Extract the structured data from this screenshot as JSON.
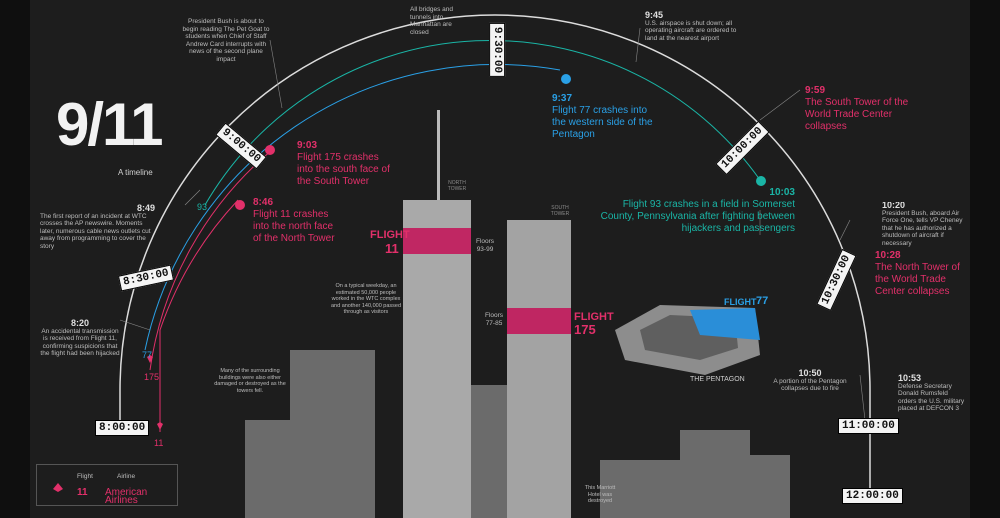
{
  "header": {
    "title": "9/11",
    "subtitle": "A timeline"
  },
  "stamps": {
    "t800": "8:00:00",
    "t830": "8:30:00",
    "t900": "9:00:00",
    "t930": "9:30:00",
    "t1000": "10:00:00",
    "t1030": "10:30:00",
    "t1100": "11:00:00",
    "t1200": "12:00:00"
  },
  "events": {
    "e820": {
      "time": "8:20",
      "text": "An accidental transmission is received from Flight 11, confirming suspicions that the flight had been hijacked"
    },
    "e849": {
      "time": "8:49",
      "text": "The first report of an incident at WTC crosses the AP newswire. Moments later, numerous cable news outlets cut away from programming to cover the story"
    },
    "e846": {
      "time": "8:46",
      "text": "Flight 11 crashes into the north face of the North Tower"
    },
    "e903": {
      "time": "9:03",
      "text": "Flight 175 crashes into the south face of the South Tower"
    },
    "bush": {
      "text": "President Bush is about to begin reading The Pet Goat to students when Chief of Staff Andrew Card interrupts with news of the second plane impact"
    },
    "bridges": {
      "text": "All bridges and tunnels into Manhattan are closed"
    },
    "e937": {
      "time": "9:37",
      "text": "Flight 77 crashes into the western side of the Pentagon"
    },
    "e945": {
      "time": "9:45",
      "text": "U.S. airspace is shut down; all operating aircraft are ordered to land at the nearest airport"
    },
    "e959": {
      "time": "9:59",
      "text": "The South Tower of the World Trade Center collapses"
    },
    "e1003": {
      "time": "10:03",
      "text": "Flight 93 crashes in a field in Somerset County, Pennsylvania after fighting between hijackers and passengers"
    },
    "e1020": {
      "time": "10:20",
      "text": "President Bush, aboard Air Force One, tells VP Cheney that he has authorized a shutdown of aircraft if necessary"
    },
    "e1028": {
      "time": "10:28",
      "text": "The North Tower of the World Trade Center collapses"
    },
    "e1050": {
      "time": "10:50",
      "text": "A portion of the Pentagon collapses due to fire"
    },
    "e1053": {
      "time": "10:53",
      "text": "Defense Secretary Donald Rumsfeld orders the U.S. military placed at DEFCON 3"
    }
  },
  "track_labels": {
    "f93": "93",
    "f77": "77",
    "f175": "175",
    "f11": "11"
  },
  "towers": {
    "north_label": "NORTH TOWER",
    "south_label": "SOUTH TOWER",
    "north_flight_word": "FLIGHT",
    "north_flight_num": "11",
    "north_floors": "Floors 93-99",
    "south_flight_word": "FLIGHT",
    "south_flight_num": "175",
    "south_floors": "Floors 77-85",
    "workers_note": "On a typical weekday, an estimated 50,000 people worked in the WTC complex and another 140,000 passed through as visitors",
    "buildings_note": "Many of the surrounding buildings were also either damaged or destroyed as the towers fell.",
    "marriott_note": "This Marriott Hotel was destroyed"
  },
  "pentagon": {
    "flight_word": "FLIGHT",
    "flight_num": "77",
    "label": "THE PENTAGON"
  },
  "legend": {
    "col_flight": "Flight",
    "col_airline": "Airline",
    "row_flight": "11",
    "row_airline": "American Airlines"
  },
  "colors": {
    "pink": "#e2306a",
    "teal": "#1ab5a6",
    "blue": "#2aa0e6",
    "bg": "#1d1d1d"
  }
}
